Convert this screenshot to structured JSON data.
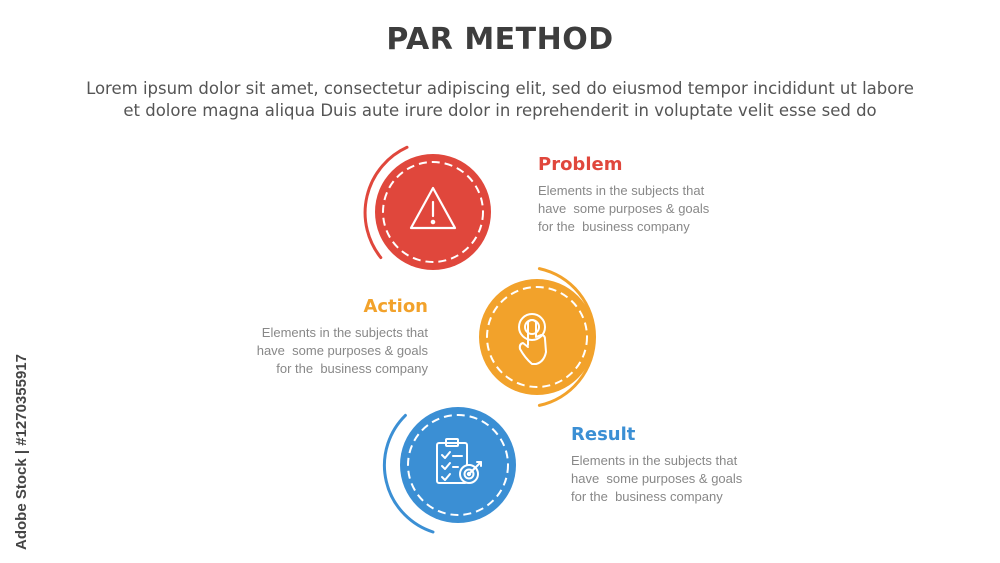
{
  "title": "PAR METHOD",
  "subtitle": {
    "line1": "Lorem ipsum dolor sit amet, consectetur adipiscing elit, sed do eiusmod tempor incididunt ut labore",
    "line2": "et dolore magna aliqua Duis aute irure dolor in reprehenderit in voluptate velit esse sed do"
  },
  "steps": [
    {
      "title": "Problem",
      "desc_line1": "Elements in the subjects that",
      "desc_line2": "have  some purposes & goals",
      "desc_line3": "for the  business company",
      "color": "#e0473c",
      "icon": "warning-triangle-icon"
    },
    {
      "title": "Action",
      "desc_line1": "Elements in the subjects that",
      "desc_line2": "have  some purposes & goals",
      "desc_line3": "for the  business company",
      "color": "#f2a22b",
      "icon": "hand-pointer-icon"
    },
    {
      "title": "Result",
      "desc_line1": "Elements in the subjects that",
      "desc_line2": "have  some purposes & goals",
      "desc_line3": "for the  business company",
      "color": "#3b8fd4",
      "icon": "checklist-target-icon"
    }
  ],
  "credit": "Adobe Stock | #1270355917"
}
